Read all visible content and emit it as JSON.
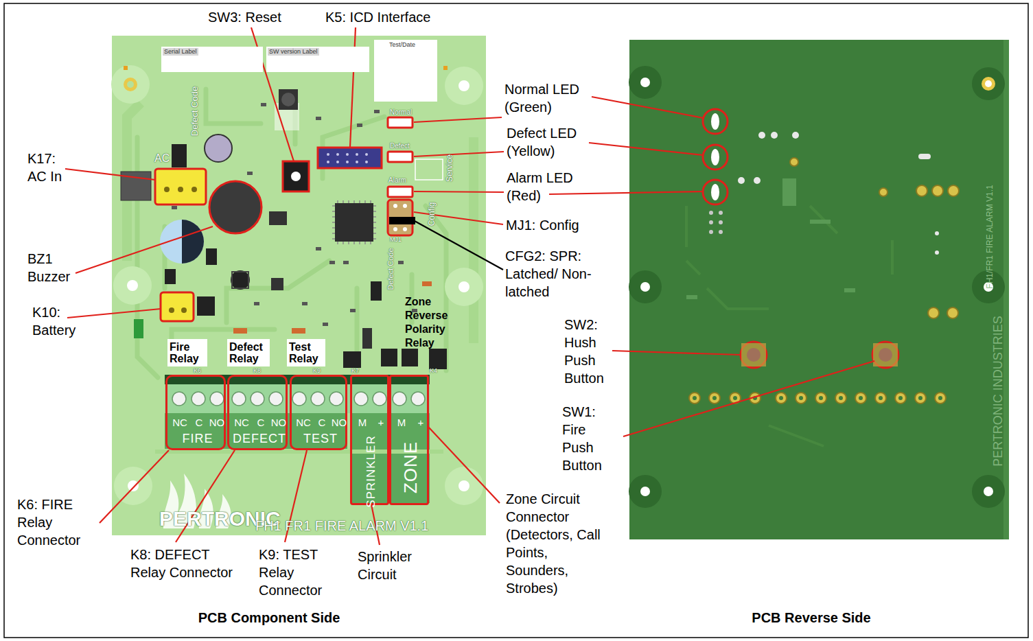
{
  "diagram": {
    "nodes": [
      {
        "text": [
          "PCB Component Side"
        ]
      },
      {
        "text": [
          "Serial Label"
        ],
        "in": 0
      },
      {
        "text": [
          "SW version Label"
        ],
        "in": 0
      },
      {
        "text": [
          "Test/Date"
        ],
        "in": 0
      },
      {
        "text": [
          "Fire Relay"
        ],
        "in": 0
      },
      {
        "text": [
          "Defect Relay"
        ],
        "in": 0
      },
      {
        "text": [
          "Test Relay"
        ],
        "in": 0
      },
      {
        "text": [
          "NC",
          "C",
          "NO",
          "FIRE"
        ],
        "in": 0
      },
      {
        "text": [
          "NC",
          "C",
          "NO",
          "DEFECT"
        ],
        "in": 0
      },
      {
        "text": [
          "NC",
          "C",
          "NO",
          "TEST"
        ],
        "in": 0
      },
      {
        "text": [
          "M",
          "+",
          "SPRINKLER"
        ],
        "in": 0
      },
      {
        "text": [
          "M",
          "+",
          "ZONE"
        ],
        "in": 0
      },
      {
        "text": [
          "PCB Reverse Side"
        ]
      }
    ],
    "labels": [
      "SW3: Reset",
      "K5: ICD Interface",
      "Normal LED (Green)",
      "Defect LED (Yellow)",
      "Alarm LED (Red)",
      "MJ1: Config",
      "CFG2: SPR: Latched/ Non-latched",
      "K17: AC In",
      "BZ1 Buzzer",
      "K10: Battery",
      "Zone Reverse Polarity Relay",
      "K6: FIRE Relay Connector",
      "K8: DEFECT Relay Connector",
      "K9: TEST Relay Connector",
      "Sprinkler Circuit",
      "Zone Circuit Connector (Detectors, Call Points, Sounders, Strobes)",
      "SW2: Hush Push Button",
      "SW1: Fire Push Button",
      "Defect Code",
      "Normal",
      "Defect",
      "Alarm",
      "Service",
      "Config",
      "AC",
      "Defect Code",
      "MJ1",
      "K6",
      "K8",
      "K9",
      "K7",
      "K4",
      "PERTRONIC",
      "FH1 FR1 FIRE ALARM V1.1",
      "FH1/FR1 FIRE ALARM V1.1",
      "PERTRONIC INDUSTRIES"
    ]
  }
}
